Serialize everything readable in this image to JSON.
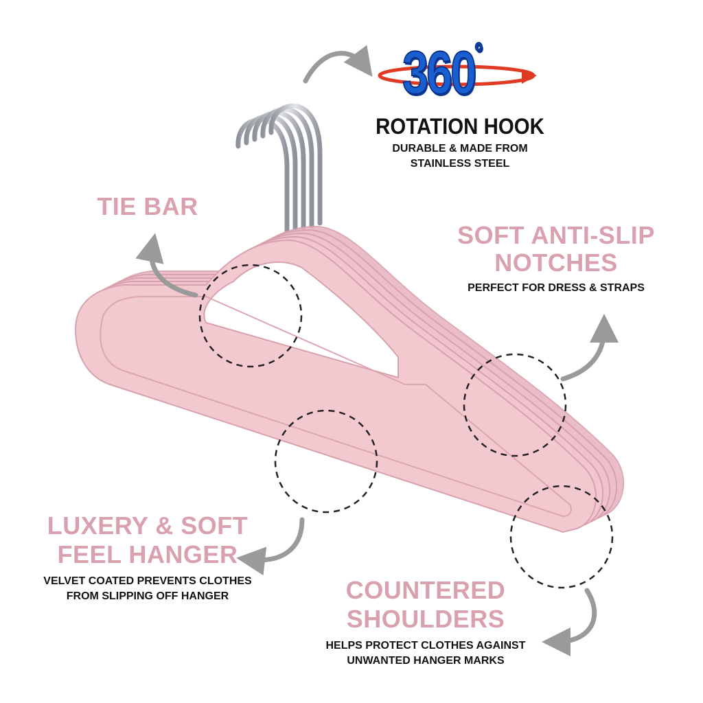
{
  "logo": {
    "number": "360",
    "degree": "°",
    "colors": {
      "blue": "#1a5fd0",
      "red": "#e03a22"
    }
  },
  "callouts": {
    "rotation_hook": {
      "title": "ROTATION HOOK",
      "lines": [
        "DURABLE & MADE FROM",
        "STAINLESS STEEL"
      ]
    },
    "tie_bar": {
      "title": "TIE BAR"
    },
    "anti_slip": {
      "title_lines": [
        "SOFT ANTI-SLIP",
        "NOTCHES"
      ],
      "lines": [
        "PERFECT FOR DRESS & STRAPS"
      ]
    },
    "luxury": {
      "title_lines": [
        "LUXERY & SOFT",
        "FEEL HANGER"
      ],
      "lines": [
        "VELVET COATED PREVENTS CLOTHES",
        "FROM SLIPPING OFF HANGER"
      ]
    },
    "shoulders": {
      "title_lines": [
        "COUNTERED",
        "SHOULDERS"
      ],
      "lines": [
        "HELPS PROTECT CLOTHES AGAINST",
        "UNWANTED HANGER MARKS"
      ]
    }
  },
  "colors": {
    "hanger_pink": "#f0c4cc",
    "hanger_shade": "#dca6b1",
    "title_pink": "#d9a0ad",
    "arrow_gray": "#9a9a9a",
    "hook_steel": "#b8bcc2"
  },
  "icons": [
    "curved-arrow-icon",
    "rotation-ring-icon",
    "hanger-illustration"
  ]
}
